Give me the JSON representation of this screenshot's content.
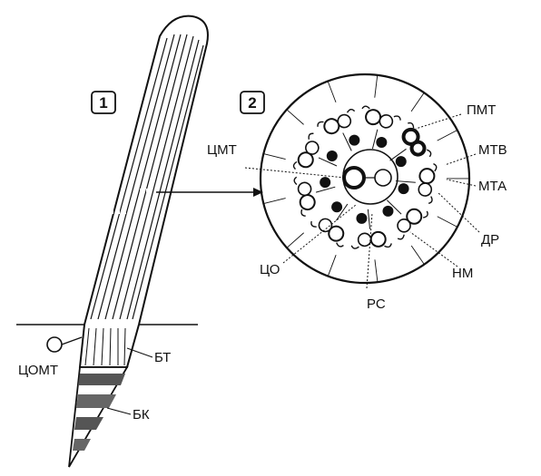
{
  "figure": {
    "panel1_number": "1",
    "panel2_number": "2",
    "labels": {
      "pmt": "ПМТ",
      "cmt": "ЦМТ",
      "mtv": "МТВ",
      "mta": "МТА",
      "dr": "ДР",
      "nm": "НМ",
      "rs": "РС",
      "co": "ЦО",
      "comt": "ЦОМТ",
      "bt": "БТ",
      "bk": "БК"
    }
  }
}
